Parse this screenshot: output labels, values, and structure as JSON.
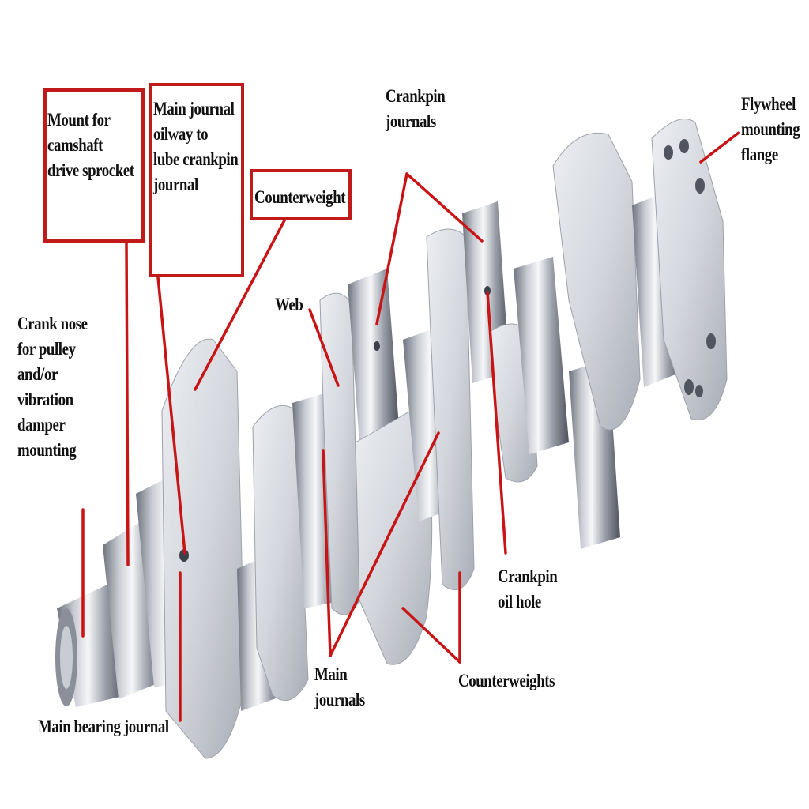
{
  "colors": {
    "leader": "#c81414",
    "box": "#c01a1a",
    "steel_light": "#eef0f4",
    "steel_mid": "#b9bdc6",
    "steel_dark": "#5a5f6a",
    "background": "#ffffff"
  },
  "labels": {
    "mount": [
      "Mount for",
      "camshaft",
      "drive sprocket"
    ],
    "main_oilway": [
      "Main journal",
      "oilway to",
      "lube crankpin",
      "journal"
    ],
    "counterweight": "Counterweight",
    "crankpin_journals": [
      "Crankpin",
      "journals"
    ],
    "flywheel": [
      "Flywheel",
      "mounting",
      "flange"
    ],
    "crank_nose": [
      "Crank nose",
      "for pulley",
      "and/or",
      "vibration",
      "damper",
      "mounting"
    ],
    "web": "Web",
    "crankpin_oil_hole": [
      "Crankpin",
      "oil hole"
    ],
    "main_journals": [
      "Main",
      "journals"
    ],
    "counterweights": "Counterweights",
    "main_bearing_journal": "Main bearing journal"
  }
}
